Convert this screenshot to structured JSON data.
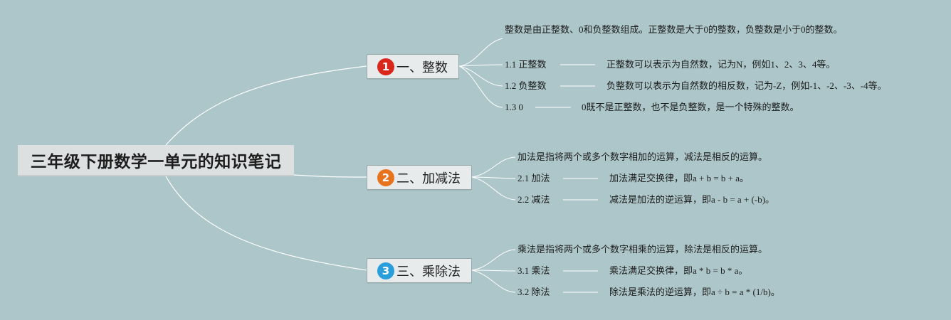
{
  "root": {
    "title": "三年级下册数学一单元的知识笔记"
  },
  "branches": [
    {
      "number": "1",
      "badge_color": "#d9281b",
      "label": "一、整数",
      "definition": "整数是由正整数、0和负整数组成。正整数是大于0的整数，负整数是小于0的整数。",
      "items": [
        {
          "label": "1.1 正整数",
          "detail": "正整数可以表示为自然数，记为N，例如1、2、3、4等。"
        },
        {
          "label": "1.2 负整数",
          "detail": "负整数可以表示为自然数的相反数，记为-Z，例如-1、-2、-3、-4等。"
        },
        {
          "label": "1.3 0",
          "detail": "0既不是正整数，也不是负整数，是一个特殊的整数。"
        }
      ]
    },
    {
      "number": "2",
      "badge_color": "#e8731f",
      "label": "二、加减法",
      "definition": "加法是指将两个或多个数字相加的运算，减法是相反的运算。",
      "items": [
        {
          "label": "2.1 加法",
          "detail": "加法满足交换律，即a + b = b + a。"
        },
        {
          "label": "2.2 减法",
          "detail": "减法是加法的逆运算，即a - b = a + (-b)。"
        }
      ]
    },
    {
      "number": "3",
      "badge_color": "#2a9ddb",
      "label": "三、乘除法",
      "definition": "乘法是指将两个或多个数字相乘的运算，除法是相反的运算。",
      "items": [
        {
          "label": "3.1 乘法",
          "detail": "乘法满足交换律，即a * b = b * a。"
        },
        {
          "label": "3.2 除法",
          "detail": "除法是乘法的逆运算，即a ÷ b = a * (1/b)。"
        }
      ]
    }
  ]
}
